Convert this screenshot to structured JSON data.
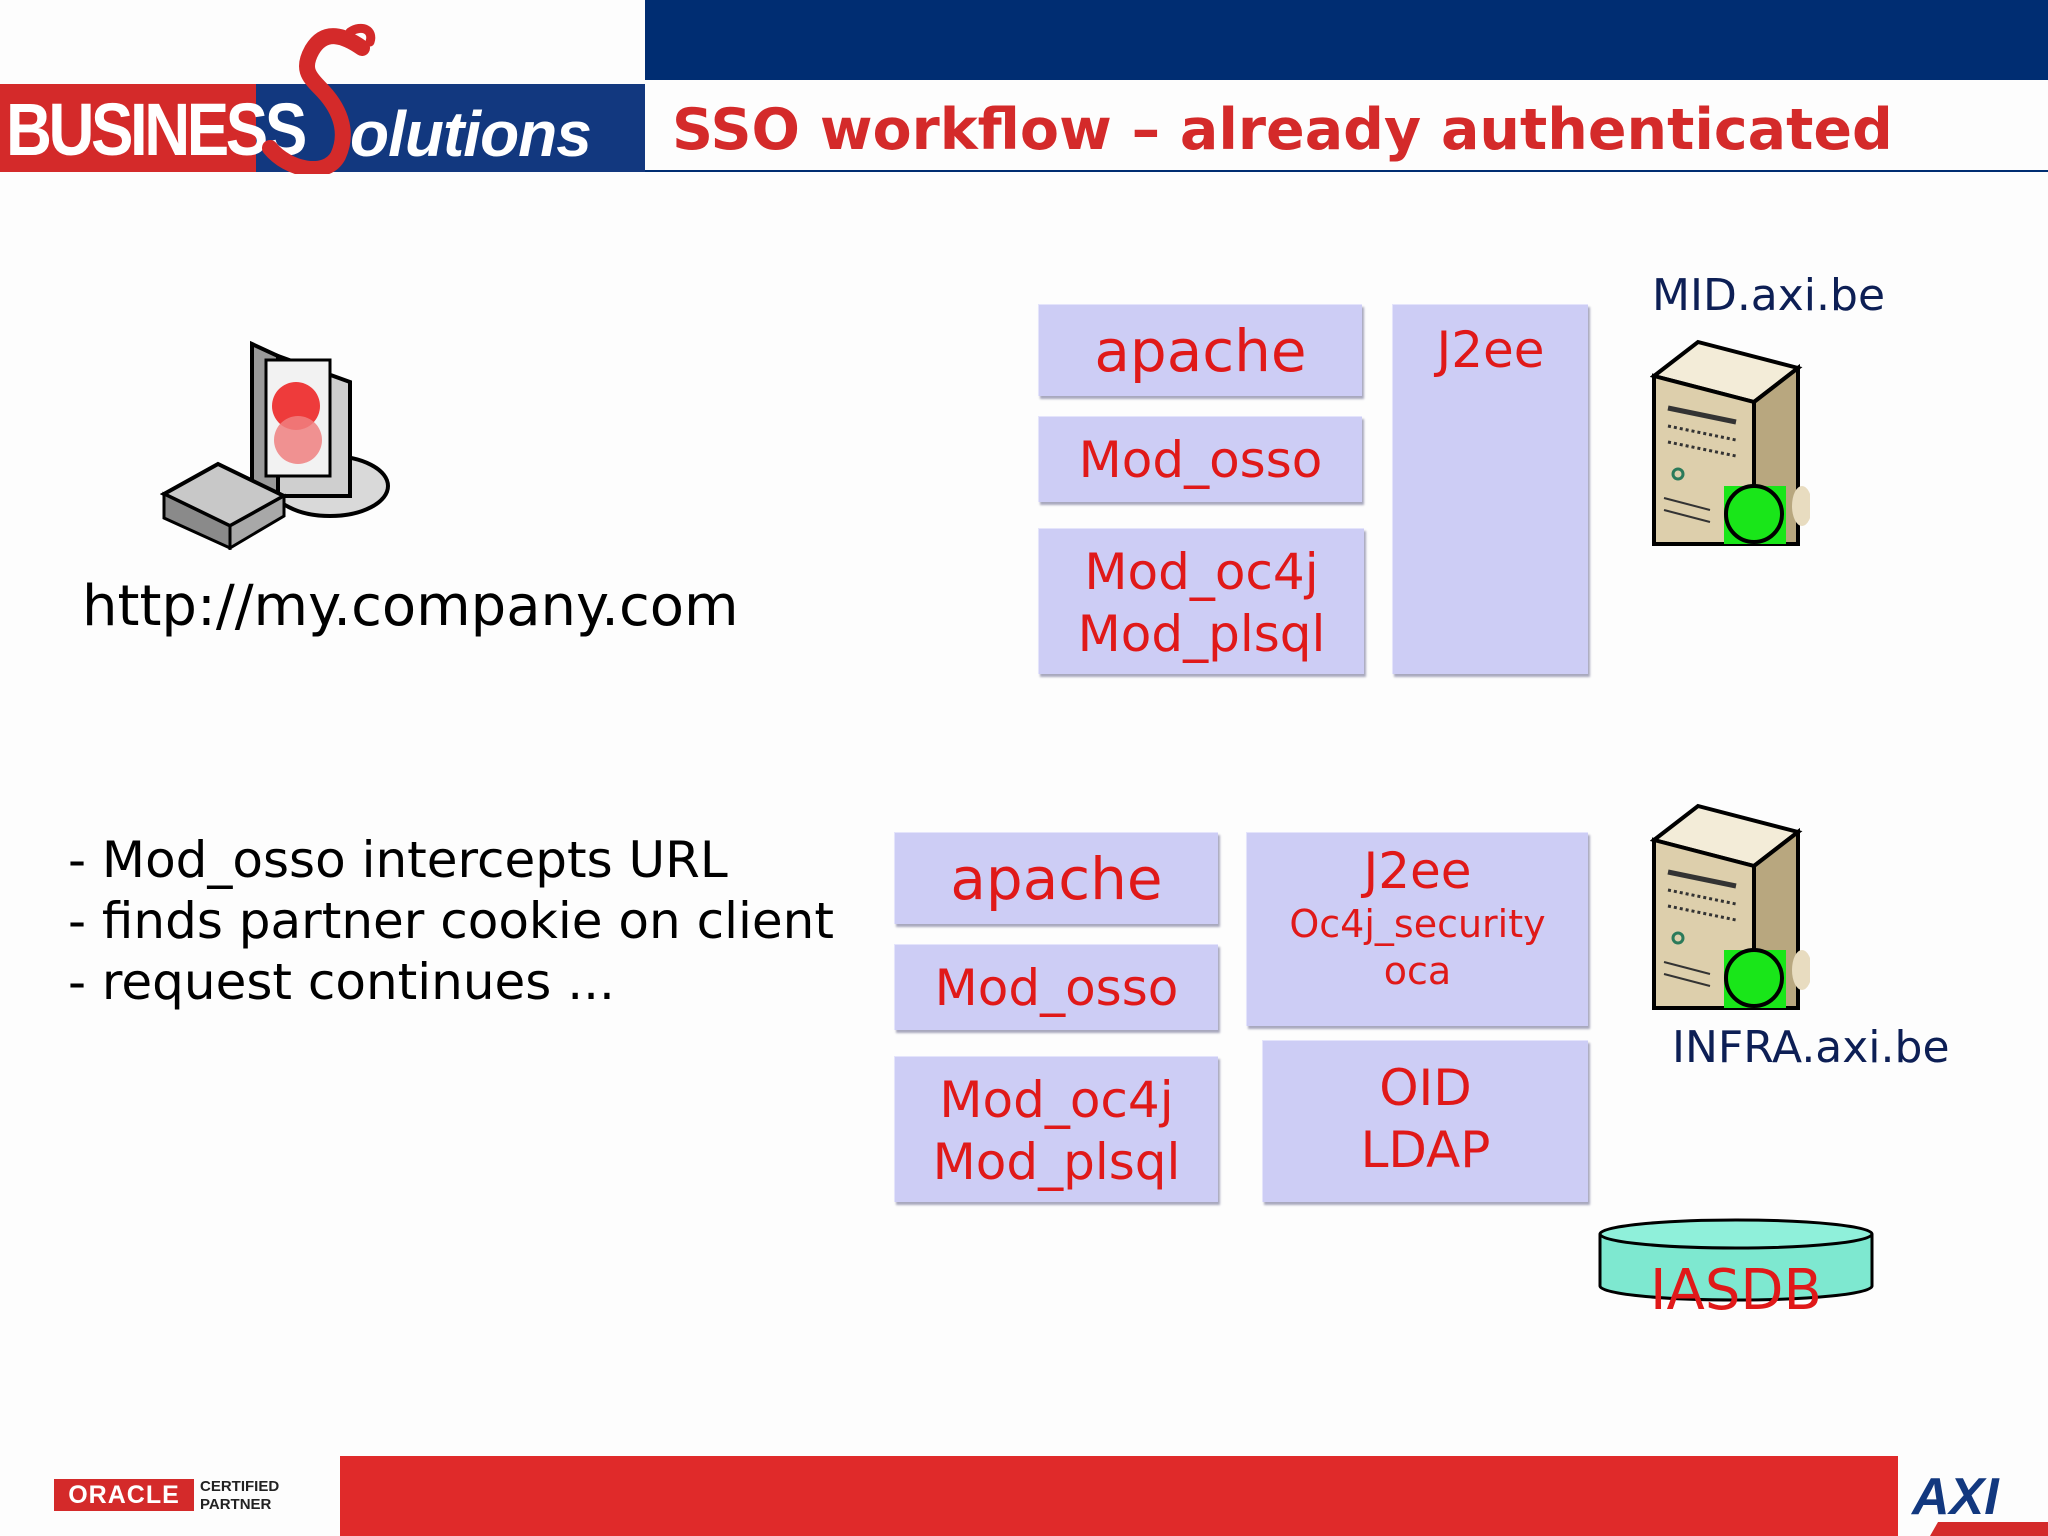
{
  "header": {
    "logo": {
      "word1": "BUSINESS",
      "word2": "olutions"
    },
    "title": "SSO workflow – already authenticated"
  },
  "client": {
    "url": "http://my.company.com",
    "icon": "workstation-icon"
  },
  "mid_server": {
    "hostname": "MID.axi.be",
    "icon": "server-tower-icon",
    "status_color": "#19e619",
    "modules": {
      "apache": "apache",
      "mod_osso": "Mod_osso",
      "mod_oc4j": "Mod_oc4j",
      "mod_plsql": "Mod_plsql",
      "j2ee": "J2ee"
    }
  },
  "infra_server": {
    "hostname": "INFRA.axi.be",
    "icon": "server-tower-icon",
    "status_color": "#19e619",
    "modules": {
      "apache": "apache",
      "mod_osso": "Mod_osso",
      "mod_oc4j": "Mod_oc4j",
      "mod_plsql": "Mod_plsql",
      "j2ee": "J2ee",
      "oc4j_security": "Oc4j_security",
      "oca": "oca",
      "oid": "OID",
      "ldap": "LDAP"
    },
    "database": {
      "label": "IASDB",
      "icon": "database-cylinder-icon",
      "color": "#7ee8d0"
    }
  },
  "steps": [
    "- Mod_osso intercepts URL",
    "- finds partner cookie on client",
    "- request continues ..."
  ],
  "footer": {
    "oracle_badge": "ORACLE",
    "oracle_cert_line1": "CERTIFIED",
    "oracle_cert_line2": "PARTNER",
    "axi_logo": "AXI"
  },
  "colors": {
    "header_navy": "#002d72",
    "brand_red": "#d42a2a",
    "box_fill": "#cdcdf5",
    "box_text": "#e01919"
  }
}
